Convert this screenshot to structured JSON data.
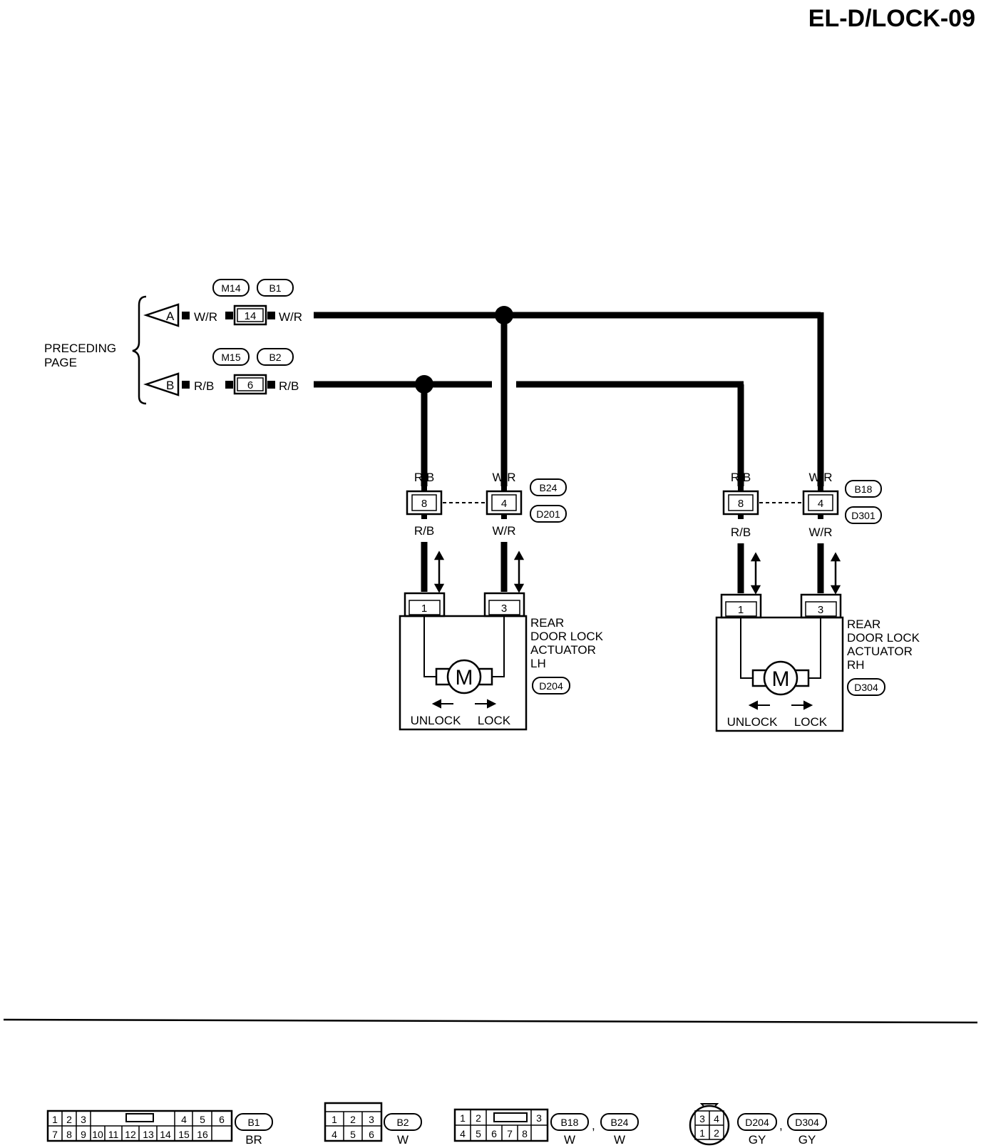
{
  "page": {
    "title": "EL-D/LOCK-09"
  },
  "preceding": {
    "line1": "PRECEDING",
    "line2": "PAGE"
  },
  "feeds": [
    {
      "terminal": "A",
      "wire_left": "W/R",
      "pin": "14",
      "wire_right": "W/R",
      "connectors": [
        "M14",
        "B1"
      ]
    },
    {
      "terminal": "B",
      "wire_left": "R/B",
      "pin": "6",
      "wire_right": "R/B",
      "connectors": [
        "M15",
        "B2"
      ]
    }
  ],
  "door_connectors": {
    "lh": {
      "pin_rb": "8",
      "pin_wr": "4",
      "wire_rb": "R/B",
      "wire_wr": "W/R",
      "ids": [
        "B24",
        "D201"
      ]
    },
    "rh": {
      "pin_rb": "8",
      "pin_wr": "4",
      "wire_rb": "R/B",
      "wire_wr": "W/R",
      "ids": [
        "B18",
        "D301"
      ]
    }
  },
  "actuators": {
    "lh": {
      "label": [
        "REAR",
        "DOOR LOCK",
        "ACTUATOR",
        "LH"
      ],
      "id": "D204",
      "pin1": "1",
      "pin3": "3",
      "motor": "M",
      "unlock": "UNLOCK",
      "lock": "LOCK"
    },
    "rh": {
      "label": [
        "REAR",
        "DOOR LOCK",
        "ACTUATOR",
        "RH"
      ],
      "id": "D304",
      "pin1": "1",
      "pin3": "3",
      "motor": "M",
      "unlock": "UNLOCK",
      "lock": "LOCK"
    }
  },
  "legend": {
    "b1": {
      "top": [
        "1",
        "2",
        "3",
        "4",
        "5",
        "6"
      ],
      "bottom": [
        "7",
        "8",
        "9",
        "10",
        "11",
        "12",
        "13",
        "14",
        "15",
        "16"
      ],
      "ids": [
        "B1"
      ],
      "colors": [
        "BR"
      ]
    },
    "b2": {
      "top": [
        "1",
        "2",
        "3"
      ],
      "bottom": [
        "4",
        "5",
        "6"
      ],
      "ids": [
        "B2"
      ],
      "colors": [
        "W"
      ]
    },
    "b18": {
      "top": [
        "1",
        "2",
        "3"
      ],
      "bottom": [
        "4",
        "5",
        "6",
        "7",
        "8"
      ],
      "ids": [
        "B18",
        "B24"
      ],
      "colors": [
        "W",
        "W"
      ]
    },
    "d204": {
      "pins": [
        "3",
        "4",
        "1",
        "2"
      ],
      "ids": [
        "D204",
        "D304"
      ],
      "colors": [
        "GY",
        "GY"
      ]
    }
  }
}
